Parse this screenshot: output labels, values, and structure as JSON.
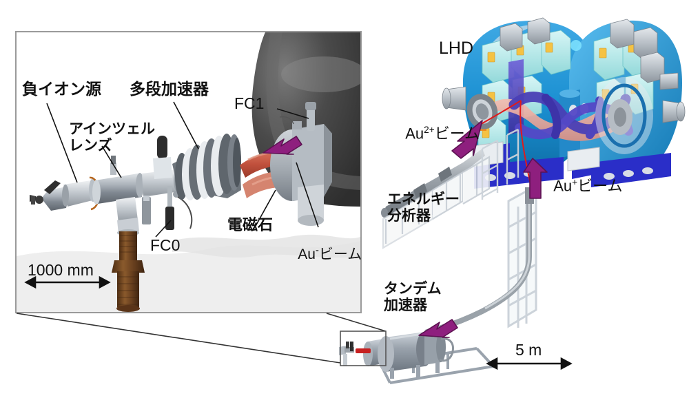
{
  "figure": {
    "title": "Negative-ion-source tandem accelerator gold beam line into LHD",
    "background": "#ffffff"
  },
  "inset_panel": {
    "name": "ion-source-closeup-panel",
    "border_color": "#9a9a9a",
    "scale_bar": {
      "label": "1000 mm"
    },
    "labels": [
      {
        "id": "neg-ion-source",
        "text": "負イオン源",
        "lang": "jp"
      },
      {
        "id": "einzel-lens",
        "text": "アインツェル\nレンズ",
        "lang": "jp"
      },
      {
        "id": "multistage-accel",
        "text": "多段加速器",
        "lang": "jp"
      },
      {
        "id": "fc1",
        "text": "FC1",
        "lang": "lat"
      },
      {
        "id": "fc0",
        "text": "FC0",
        "lang": "lat"
      },
      {
        "id": "electromagnet",
        "text": "電磁石",
        "lang": "jp"
      },
      {
        "id": "au-minus-beam",
        "text": "Au",
        "sup": "-",
        "suffix": "ビーム",
        "lang": "mixed"
      }
    ]
  },
  "overview": {
    "name": "lhd-overview",
    "labels": [
      {
        "id": "lhd",
        "text": "LHD",
        "lang": "lat"
      },
      {
        "id": "au2plus-beam",
        "text": "Au",
        "sup": "2+",
        "suffix": "ビーム",
        "lang": "mixed"
      },
      {
        "id": "auplus-beam",
        "text": "Au",
        "sup": "+",
        "suffix": "ビーム",
        "lang": "mixed"
      },
      {
        "id": "energy-analyzer",
        "text": "エネルギー\n分析器",
        "lang": "jp"
      },
      {
        "id": "tandem-accel",
        "text": "タンデム\n加速器",
        "lang": "jp"
      }
    ],
    "scale_bar": {
      "label": "5 m"
    }
  },
  "colors": {
    "beam_arrow": "#8e1f7e",
    "magnet_red": "#c0503c",
    "lhd_shell_blue": "#1a8fd1",
    "lhd_internal_cyan": "#b9eaea",
    "lhd_helical_purple": "#4a3fb5",
    "lhd_base_blue": "#2a2ec8",
    "plasma_salmon": "#e9a79b",
    "beam_trace_red": "#e01b1b",
    "metal_gray": "#8c929a",
    "insulator_brown": "#7a4a22",
    "vessel_dark": "#3d3d3d",
    "frame_gray": "#9a9a9a",
    "text": "#111111"
  }
}
